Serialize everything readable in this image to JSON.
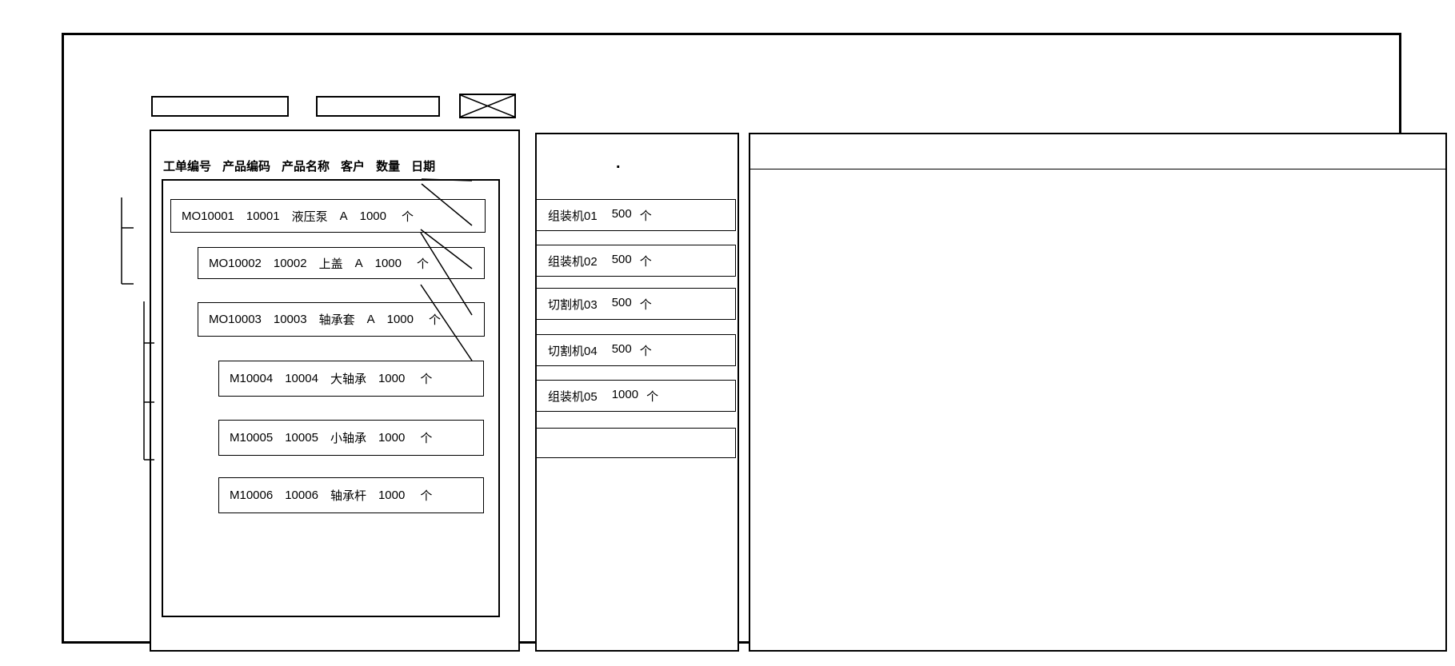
{
  "toolbar": {
    "field1_value": "",
    "field2_value": ""
  },
  "left_panel": {
    "header": {
      "labels": [
        "工单编号",
        "产品编码",
        "产品名称",
        "客户",
        "数量",
        "日期"
      ]
    },
    "tree": {
      "nodes": [
        {
          "order_no": "MO10001",
          "product_code": "10001",
          "product_name": "液压泵",
          "customer": "A",
          "qty": "1000",
          "unit": "个",
          "level": 0
        },
        {
          "order_no": "MO10002",
          "product_code": "10002",
          "product_name": "上盖",
          "customer": "A",
          "qty": "1000",
          "unit": "个",
          "level": 1
        },
        {
          "order_no": "MO10003",
          "product_code": "10003",
          "product_name": "轴承套",
          "customer": "A",
          "qty": "1000",
          "unit": "个",
          "level": 1
        },
        {
          "order_no": "M10004",
          "product_code": "10004",
          "product_name": "大轴承",
          "customer": "",
          "qty": "1000",
          "unit": "个",
          "level": 2
        },
        {
          "order_no": "M10005",
          "product_code": "10005",
          "product_name": "小轴承",
          "customer": "",
          "qty": "1000",
          "unit": "个",
          "level": 2
        },
        {
          "order_no": "M10006",
          "product_code": "10006",
          "product_name": "轴承杆",
          "customer": "",
          "qty": "1000",
          "unit": "个",
          "level": 2
        }
      ]
    }
  },
  "machine_panel": {
    "title_dot": ".",
    "machines": [
      {
        "name": "组装机01",
        "qty": "500",
        "unit": "个"
      },
      {
        "name": "组装机02",
        "qty": "500",
        "unit": "个"
      },
      {
        "name": "切割机03",
        "qty": "500",
        "unit": "个"
      },
      {
        "name": "切割机04",
        "qty": "500",
        "unit": "个"
      },
      {
        "name": "组装机05",
        "qty": "1000",
        "unit": "个"
      },
      {
        "name": "",
        "qty": "",
        "unit": ""
      }
    ],
    "links": [
      {
        "from": "MO10001",
        "to": "组装机01"
      },
      {
        "from": "MO10001",
        "to": "组装机02"
      },
      {
        "from": "MO10002",
        "to": "切割机03"
      },
      {
        "from": "MO10002",
        "to": "切割机04"
      },
      {
        "from": "MO10003",
        "to": "组装机05"
      }
    ]
  },
  "detail_panel": {},
  "colors": {
    "border": "#000000",
    "background": "#ffffff",
    "line": "#000000"
  }
}
